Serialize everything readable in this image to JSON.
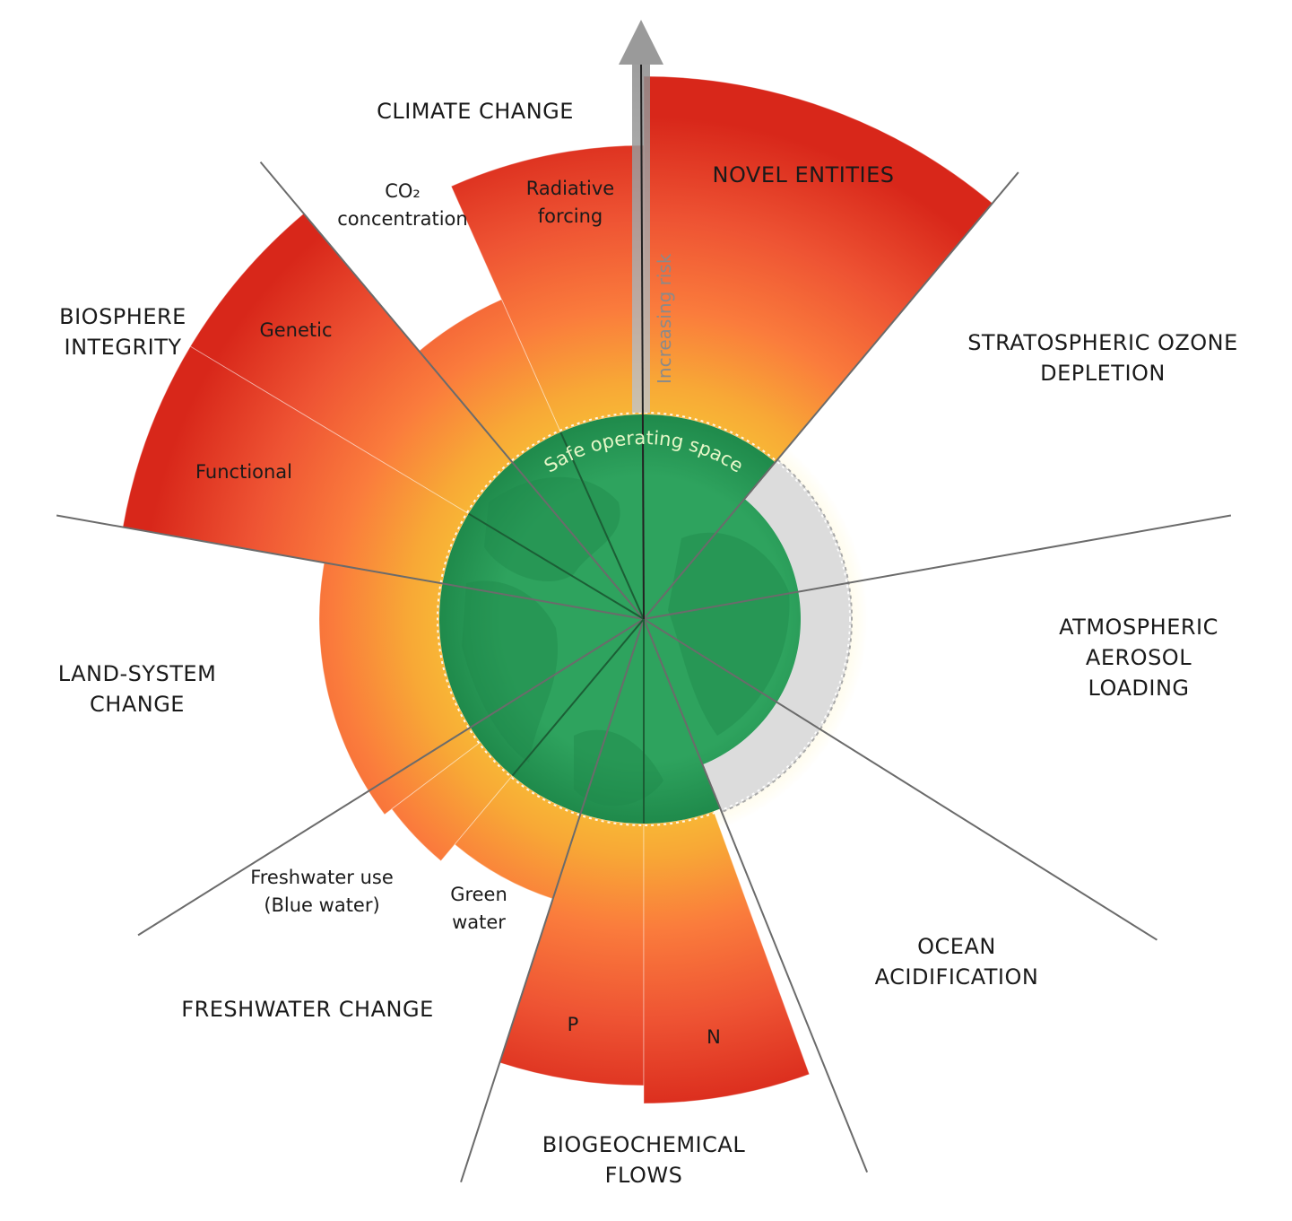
{
  "diagram": {
    "center_label": "Safe operating space",
    "risk_axis_label": "Increasing risk",
    "boundaries": [
      {
        "key": "climate",
        "lines": [
          "CLIMATE CHANGE"
        ]
      },
      {
        "key": "novel",
        "lines": [
          "NOVEL ENTITIES"
        ]
      },
      {
        "key": "ozone",
        "lines": [
          "STRATOSPHERIC OZONE",
          "DEPLETION"
        ]
      },
      {
        "key": "aerosol",
        "lines": [
          "ATMOSPHERIC",
          "AEROSOL",
          "LOADING"
        ]
      },
      {
        "key": "ocean",
        "lines": [
          "OCEAN",
          "ACIDIFICATION"
        ]
      },
      {
        "key": "biogeo",
        "lines": [
          "BIOGEOCHEMICAL",
          "FLOWS"
        ]
      },
      {
        "key": "freshwater",
        "lines": [
          "FRESHWATER CHANGE"
        ]
      },
      {
        "key": "land",
        "lines": [
          "LAND-SYSTEM",
          "CHANGE"
        ]
      },
      {
        "key": "biosphere",
        "lines": [
          "BIOSPHERE",
          "INTEGRITY"
        ]
      }
    ],
    "sub_labels": [
      {
        "key": "co2",
        "lines": [
          "CO₂",
          "concentration"
        ]
      },
      {
        "key": "radiative",
        "lines": [
          "Radiative",
          "forcing"
        ]
      },
      {
        "key": "genetic",
        "lines": [
          "Genetic"
        ]
      },
      {
        "key": "functional",
        "lines": [
          "Functional"
        ]
      },
      {
        "key": "bluewater",
        "lines": [
          "Freshwater use",
          "(Blue water)"
        ]
      },
      {
        "key": "greenwater",
        "lines": [
          "Green",
          "water"
        ]
      },
      {
        "key": "p",
        "lines": [
          "P"
        ]
      },
      {
        "key": "n",
        "lines": [
          "N"
        ]
      }
    ],
    "colors": {
      "safe_green": "#2ea35e",
      "land_green": "#248a50",
      "zone_yellow": "#f6b431",
      "zone_orange": "#fa7a3a",
      "zone_red": "#dd2a1a",
      "ozone_grey": "#d9d9d9",
      "axis_grey": "#9a9a9a"
    }
  }
}
